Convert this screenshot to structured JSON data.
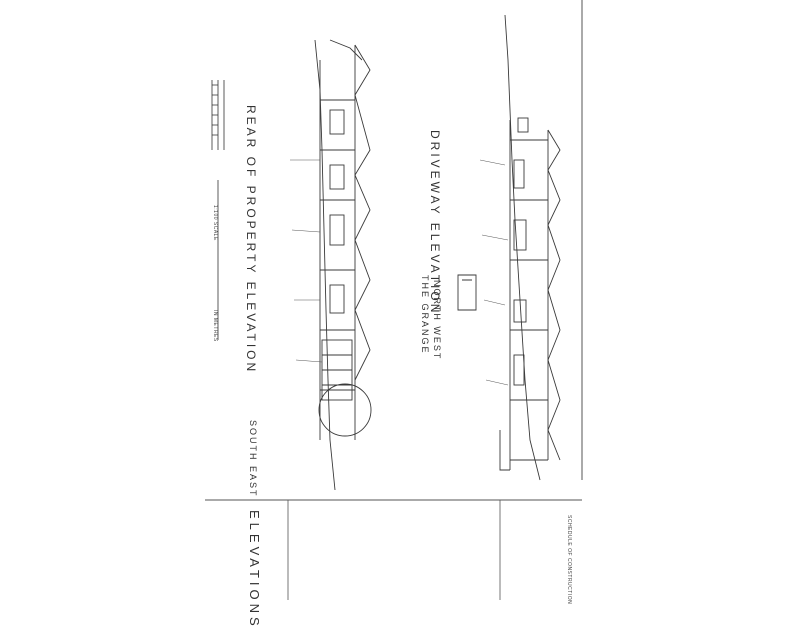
{
  "drawing": {
    "sheet_title": "ELEVATIONS",
    "upper_elevation": {
      "title": "DRIVEWAY ELEVATION",
      "subtitle": "NORTH WEST",
      "place": "THE GRANGE"
    },
    "lower_elevation": {
      "title": "REAR OF PROPERTY ELEVATION",
      "subtitle": "SOUTH EAST"
    },
    "scale_label": "1:100 SCALE",
    "scale_units": "IN METRES",
    "schedule_title": "SCHEDULE OF CONSTRUCTION",
    "line_color": "#3a3a3a"
  }
}
